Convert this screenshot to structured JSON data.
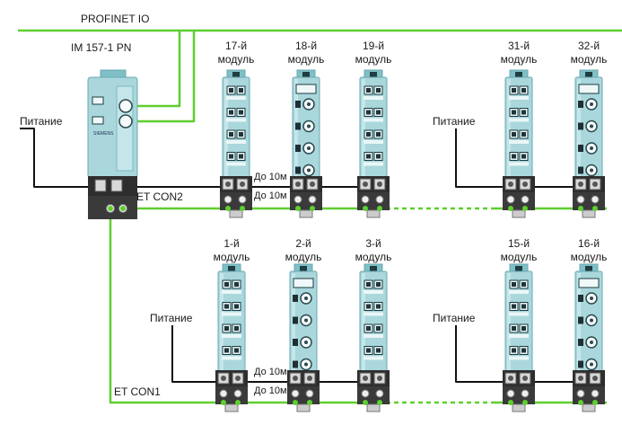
{
  "network": {
    "label": "PROFINET IO",
    "color": "#5fcf2f"
  },
  "head": {
    "label": "IM 157-1 PN",
    "brand": "SIEMENS"
  },
  "connectors": {
    "top": "ET CON2",
    "bottom": "ET CON1"
  },
  "power_label": "Питание",
  "distance_label": "До 10м",
  "top_row": [
    {
      "line1": "17-й",
      "line2": "модуль",
      "variant": "digital"
    },
    {
      "line1": "18-й",
      "line2": "модуль",
      "variant": "analog"
    },
    {
      "line1": "19-й",
      "line2": "модуль",
      "variant": "digital"
    },
    {
      "line1": "31-й",
      "line2": "модуль",
      "variant": "digital"
    },
    {
      "line1": "32-й",
      "line2": "модуль",
      "variant": "analog"
    }
  ],
  "bottom_row": [
    {
      "line1": "1-й",
      "line2": "модуль",
      "variant": "digital"
    },
    {
      "line1": "2-й",
      "line2": "модуль",
      "variant": "analog"
    },
    {
      "line1": "3-й",
      "line2": "модуль",
      "variant": "digital"
    },
    {
      "line1": "15-й",
      "line2": "модуль",
      "variant": "digital"
    },
    {
      "line1": "16-й",
      "line2": "модуль",
      "variant": "analog"
    }
  ],
  "colors": {
    "module_body": "#a9d7dc",
    "module_edge": "#6aa9b0",
    "base": "#2e2e2e",
    "power_wire": "#111111"
  }
}
